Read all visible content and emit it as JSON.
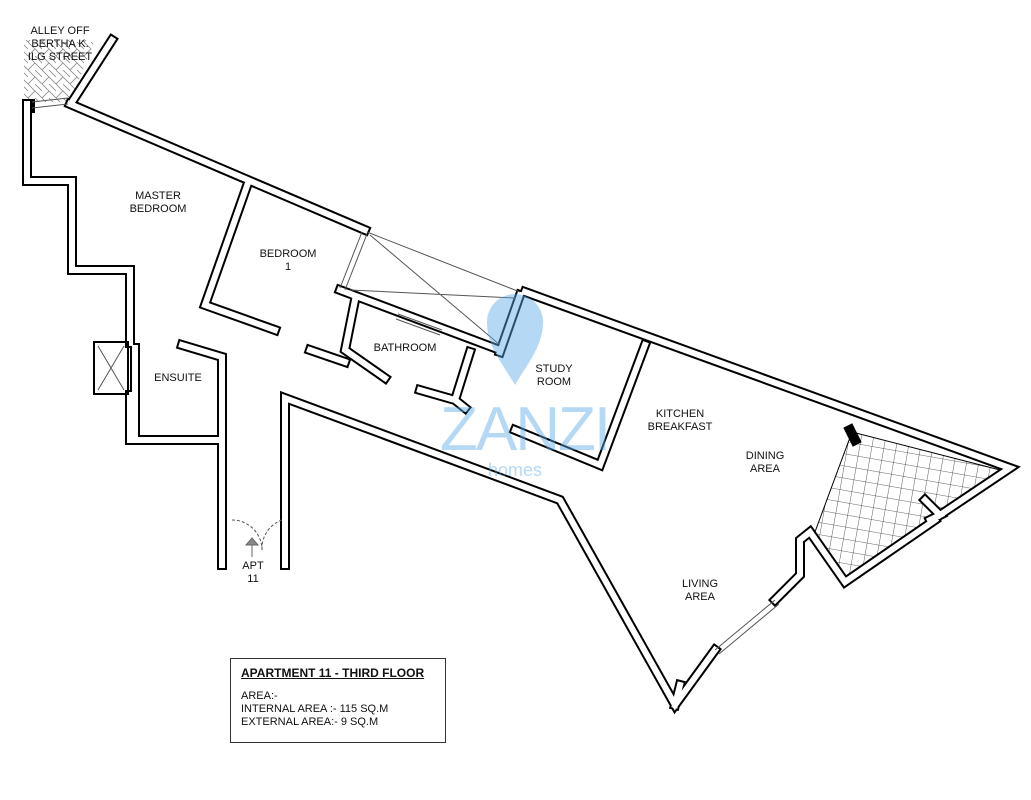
{
  "plan": {
    "street_label": "ALLEY OFF\nBERTHA K.\nILG STREET",
    "rooms": {
      "master_bedroom": "MASTER\nBEDROOM",
      "bedroom1": "BEDROOM\n1",
      "bathroom": "BATHROOM",
      "ensuite": "ENSUITE",
      "study": "STUDY\nROOM",
      "kitchen": "KITCHEN\nBREAKFAST",
      "dining": "DINING\nAREA",
      "living": "LIVING\nAREA",
      "entrance": "APT\n11"
    }
  },
  "legend": {
    "title": "APARTMENT 11 - THIRD FLOOR",
    "area_label": "AREA:-",
    "internal": "INTERNAL AREA :- 115 SQ.M",
    "external": "EXTERNAL AREA:- 9 SQ.M"
  },
  "watermark": {
    "brand": "ZANZI",
    "sub": "homes",
    "color": "#5aaae6"
  }
}
